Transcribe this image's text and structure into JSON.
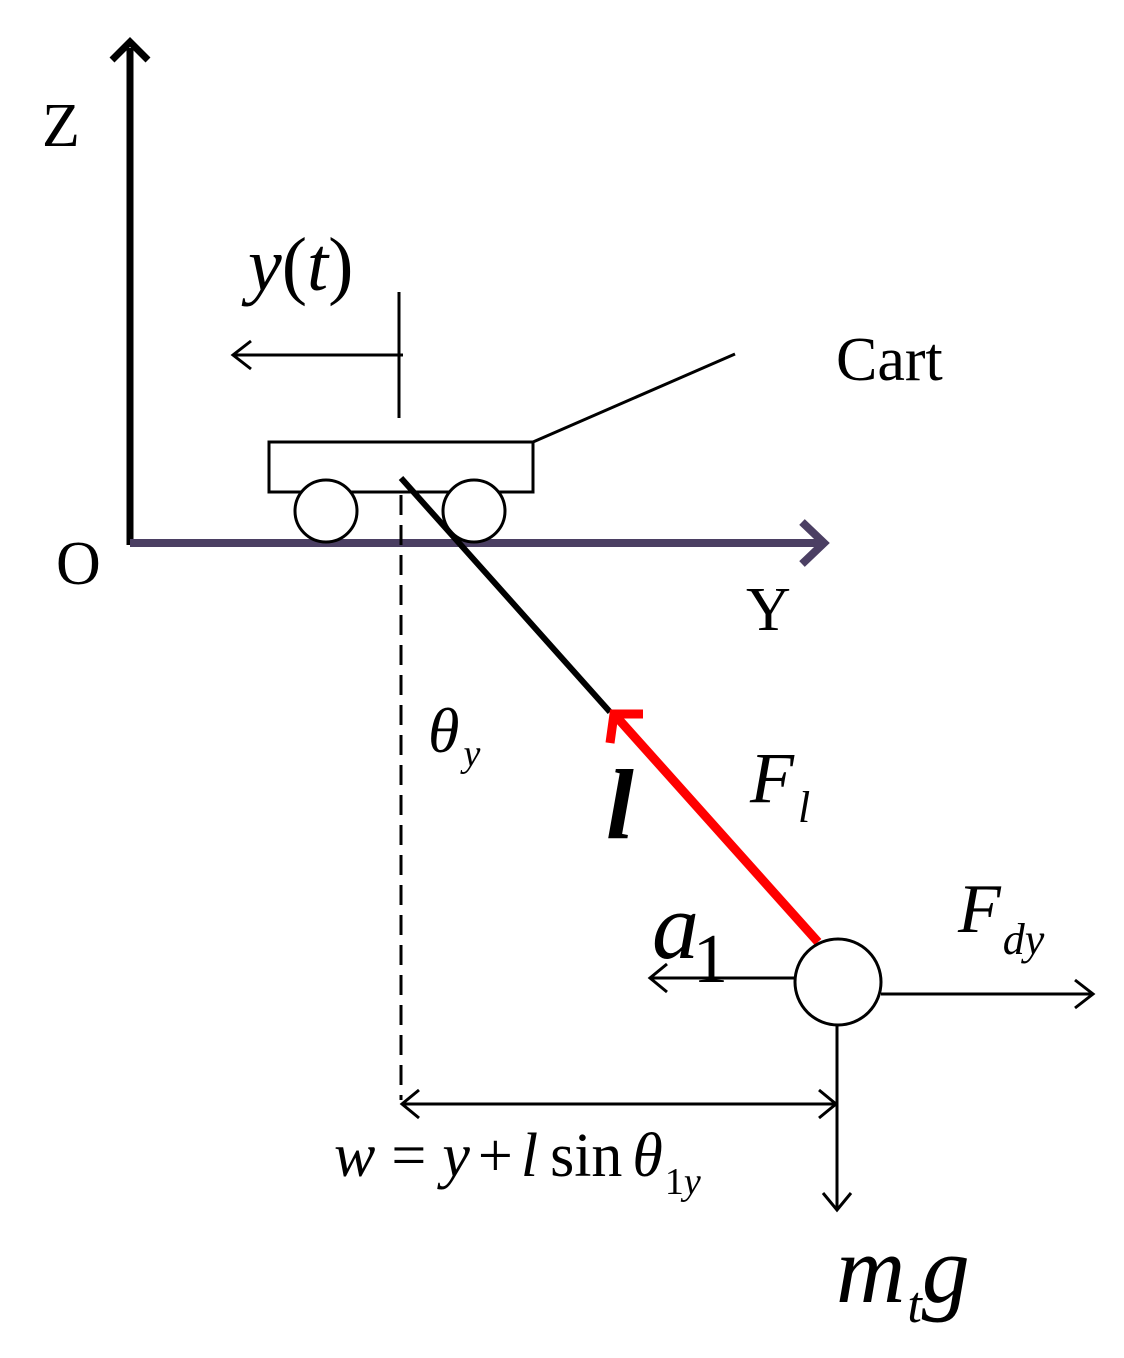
{
  "labels": {
    "z_axis": "Z",
    "y_axis": "Y",
    "origin": "O",
    "cart": "Cart",
    "cart_disp_y": "y",
    "cart_disp_paren_open": "(",
    "cart_disp_t": "t",
    "cart_disp_paren_close": ")",
    "theta_main": "θ",
    "theta_sub": "y",
    "rope": "l",
    "force_F": "F",
    "force_F_sub": "l",
    "drag_F": "F",
    "drag_sub": "dy",
    "accel_a": "a",
    "accel_sub": "1",
    "eq_w": "w",
    "eq_equals": "=",
    "eq_y": "y",
    "eq_plus": "+",
    "eq_l": "l",
    "eq_sin": "sin",
    "eq_theta": "θ",
    "eq_sub1": "1",
    "eq_suby": "y",
    "weight_m": "m",
    "weight_sub": "t",
    "weight_g": "g"
  },
  "colors": {
    "ink": "#000000",
    "y_axis": "#4b3f63",
    "tension_force": "#ff0000"
  }
}
